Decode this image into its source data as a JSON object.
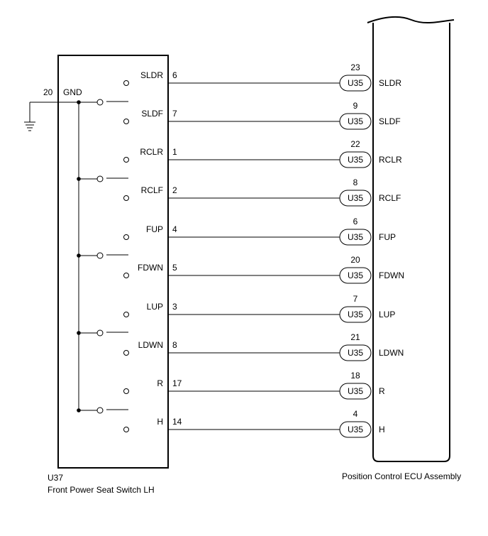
{
  "switch": {
    "code": "U37",
    "name": "Front Power Seat Switch LH",
    "ground": {
      "pin": "20",
      "label": "GND"
    }
  },
  "ecu": {
    "name": "Position Control ECU Assembly",
    "connector": "U35"
  },
  "signals": [
    {
      "label": "SLDR",
      "switch_pin": "6",
      "ecu_pin": "23"
    },
    {
      "label": "SLDF",
      "switch_pin": "7",
      "ecu_pin": "9"
    },
    {
      "label": "RCLR",
      "switch_pin": "1",
      "ecu_pin": "22"
    },
    {
      "label": "RCLF",
      "switch_pin": "2",
      "ecu_pin": "8"
    },
    {
      "label": "FUP",
      "switch_pin": "4",
      "ecu_pin": "6"
    },
    {
      "label": "FDWN",
      "switch_pin": "5",
      "ecu_pin": "20"
    },
    {
      "label": "LUP",
      "switch_pin": "3",
      "ecu_pin": "7"
    },
    {
      "label": "LDWN",
      "switch_pin": "8",
      "ecu_pin": "21"
    },
    {
      "label": "R",
      "switch_pin": "17",
      "ecu_pin": "18"
    },
    {
      "label": "H",
      "switch_pin": "14",
      "ecu_pin": "4"
    }
  ]
}
